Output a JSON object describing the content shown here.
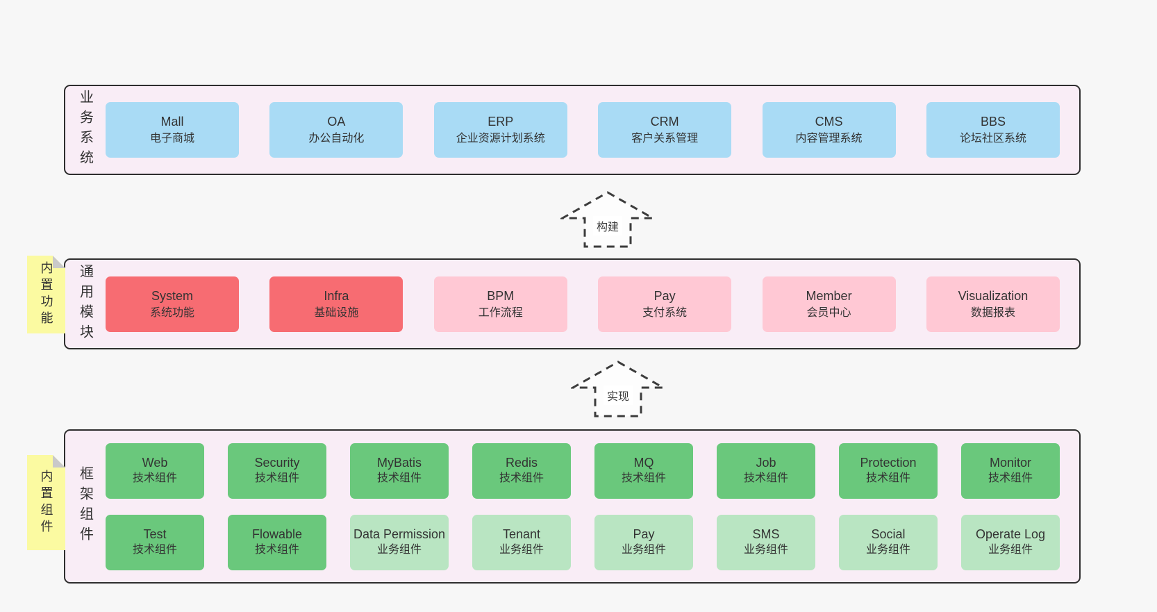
{
  "palette": {
    "page-bg": "#f7f7f7",
    "band-bg": "#f9edf6",
    "band-border": "#2e2e2e",
    "box-blue": "#a9dbf5",
    "box-red": "#f76c72",
    "box-pink": "#ffc8d4",
    "box-green": "#6ac87c",
    "box-lgreen": "#b9e5c2",
    "sticky-bg": "#fbfaa1",
    "sticky-fold": "#c9c9c9",
    "text": "#333333",
    "arrow-border": "#3c3c3c",
    "arrow-fill": "#fdfdfd"
  },
  "arrows": [
    {
      "label": "构建"
    },
    {
      "label": "实现"
    }
  ],
  "bands": [
    {
      "label": "业务系统",
      "boxes": [
        {
          "name": "Mall",
          "subtitle": "电子商城",
          "color": "blue"
        },
        {
          "name": "OA",
          "subtitle": "办公自动化",
          "color": "blue"
        },
        {
          "name": "ERP",
          "subtitle": "企业资源计划系统",
          "color": "blue"
        },
        {
          "name": "CRM",
          "subtitle": "客户关系管理",
          "color": "blue"
        },
        {
          "name": "CMS",
          "subtitle": "内容管理系统",
          "color": "blue"
        },
        {
          "name": "BBS",
          "subtitle": "论坛社区系统",
          "color": "blue"
        }
      ]
    },
    {
      "label": "通用模块",
      "sticky": "内置功能",
      "boxes": [
        {
          "name": "System",
          "subtitle": "系统功能",
          "color": "red"
        },
        {
          "name": "Infra",
          "subtitle": "基础设施",
          "color": "red"
        },
        {
          "name": "BPM",
          "subtitle": "工作流程",
          "color": "pink"
        },
        {
          "name": "Pay",
          "subtitle": "支付系统",
          "color": "pink"
        },
        {
          "name": "Member",
          "subtitle": "会员中心",
          "color": "pink"
        },
        {
          "name": "Visualization",
          "subtitle": "数据报表",
          "color": "pink"
        }
      ]
    },
    {
      "label": "框架组件",
      "sticky": "内置组件",
      "rows": [
        [
          {
            "name": "Web",
            "subtitle": "技术组件",
            "color": "green"
          },
          {
            "name": "Security",
            "subtitle": "技术组件",
            "color": "green"
          },
          {
            "name": "MyBatis",
            "subtitle": "技术组件",
            "color": "green"
          },
          {
            "name": "Redis",
            "subtitle": "技术组件",
            "color": "green"
          },
          {
            "name": "MQ",
            "subtitle": "技术组件",
            "color": "green"
          },
          {
            "name": "Job",
            "subtitle": "技术组件",
            "color": "green"
          },
          {
            "name": "Protection",
            "subtitle": "技术组件",
            "color": "green"
          },
          {
            "name": "Monitor",
            "subtitle": "技术组件",
            "color": "green"
          }
        ],
        [
          {
            "name": "Test",
            "subtitle": "技术组件",
            "color": "green"
          },
          {
            "name": "Flowable",
            "subtitle": "技术组件",
            "color": "green"
          },
          {
            "name": "Data Permission",
            "subtitle": "业务组件",
            "color": "lgreen"
          },
          {
            "name": "Tenant",
            "subtitle": "业务组件",
            "color": "lgreen"
          },
          {
            "name": "Pay",
            "subtitle": "业务组件",
            "color": "lgreen"
          },
          {
            "name": "SMS",
            "subtitle": "业务组件",
            "color": "lgreen"
          },
          {
            "name": "Social",
            "subtitle": "业务组件",
            "color": "lgreen"
          },
          {
            "name": "Operate Log",
            "subtitle": "业务组件",
            "color": "lgreen"
          }
        ]
      ]
    }
  ]
}
